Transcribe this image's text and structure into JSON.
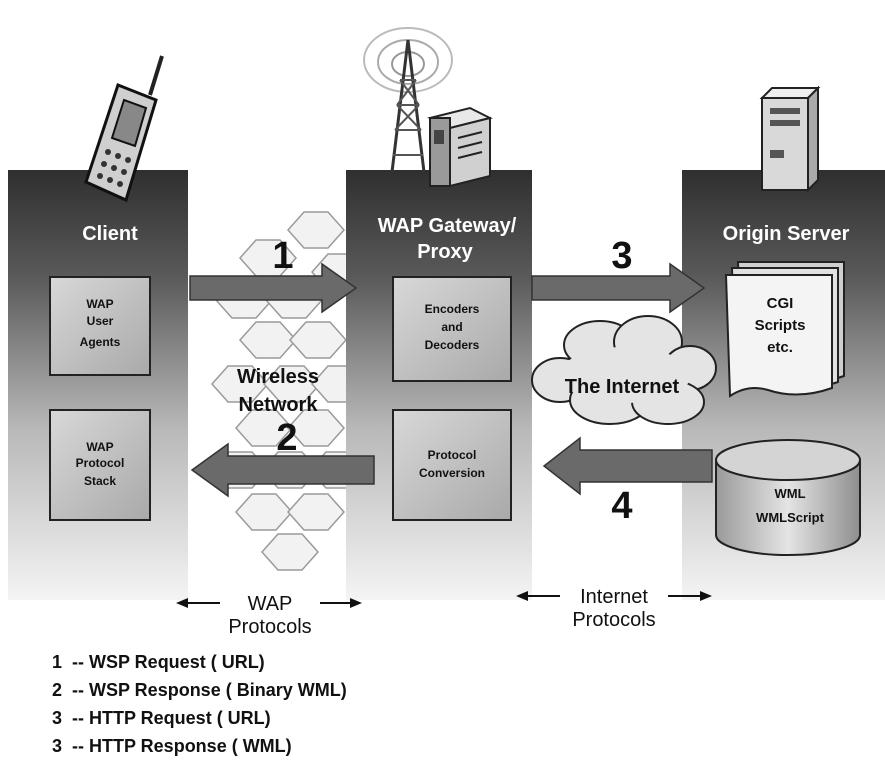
{
  "columns": {
    "client": {
      "title": "Client",
      "box_top": [
        "WAP",
        "User",
        "Agents"
      ],
      "box_bottom": [
        "WAP",
        "Protocol",
        "Stack"
      ]
    },
    "gateway": {
      "title": [
        "WAP Gateway/",
        "Proxy"
      ],
      "box_top": [
        "Encoders",
        "and",
        "Decoders"
      ],
      "box_bottom": [
        "Protocol",
        "Conversion"
      ]
    },
    "server": {
      "title": "Origin Server",
      "scripts": [
        "CGI",
        "Scripts",
        "etc."
      ],
      "database": [
        "WML",
        "WMLScript"
      ]
    }
  },
  "network": {
    "wireless": [
      "Wireless",
      "Network"
    ],
    "internet_cloud": "The Internet"
  },
  "arrows": {
    "a1": "1",
    "a2": "2",
    "a3": "3",
    "a4": "4"
  },
  "protocol_labels": {
    "wap": [
      "WAP",
      "Protocols"
    ],
    "internet": [
      "Internet",
      "Protocols"
    ]
  },
  "legend": [
    "1  -- WSP Request ( URL)",
    "2  -- WSP Response ( Binary WML)",
    "3  -- HTTP Request ( URL)",
    "3  -- HTTP Response ( WML)"
  ],
  "colors": {
    "panel_dark": "#3a3a3a",
    "panel_light": "#e6e6e6",
    "arrow": "#666666",
    "box": "#c4c4c4"
  }
}
